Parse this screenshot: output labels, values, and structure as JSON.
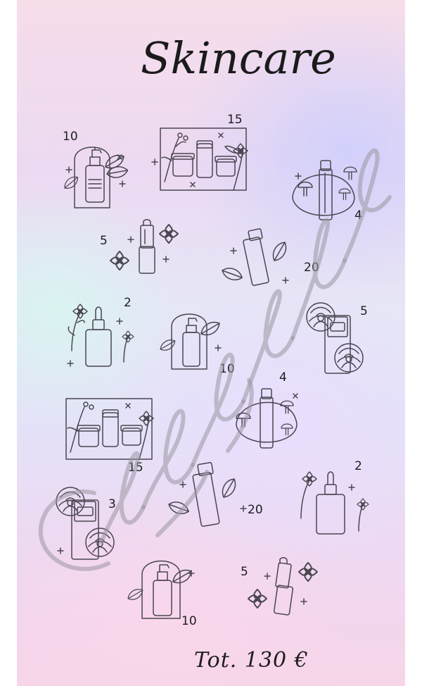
{
  "title": "Skincare",
  "total": "Tot. 130 €",
  "watermark": "Christina Ho",
  "items": [
    {
      "icon": "serum-pump-bottle-arch-icon",
      "price": "10"
    },
    {
      "icon": "skincare-set-box-icon",
      "price": "15"
    },
    {
      "icon": "tube-bottle-mushrooms-icon",
      "price": "4"
    },
    {
      "icon": "lipstick-flowers-icon",
      "price": "5"
    },
    {
      "icon": "toner-bottle-leaves-icon",
      "price": "20"
    },
    {
      "icon": "dropper-bottle-flowers-icon",
      "price": "2"
    },
    {
      "icon": "serum-pump-bottle-arch-icon",
      "price": "10"
    },
    {
      "icon": "cream-jar-peonies-icon",
      "price": "5"
    },
    {
      "icon": "tube-bottle-mushrooms-icon",
      "price": "4"
    },
    {
      "icon": "skincare-set-box-icon",
      "price": "15"
    },
    {
      "icon": "toner-bottle-leaves-icon",
      "price": "20"
    },
    {
      "icon": "dropper-bottle-flowers-icon",
      "price": "2"
    },
    {
      "icon": "cream-jar-peonies-icon",
      "price": "3"
    },
    {
      "icon": "serum-pump-bottle-arch-icon",
      "price": "10"
    },
    {
      "icon": "lipstick-flowers-icon",
      "price": "5"
    }
  ]
}
